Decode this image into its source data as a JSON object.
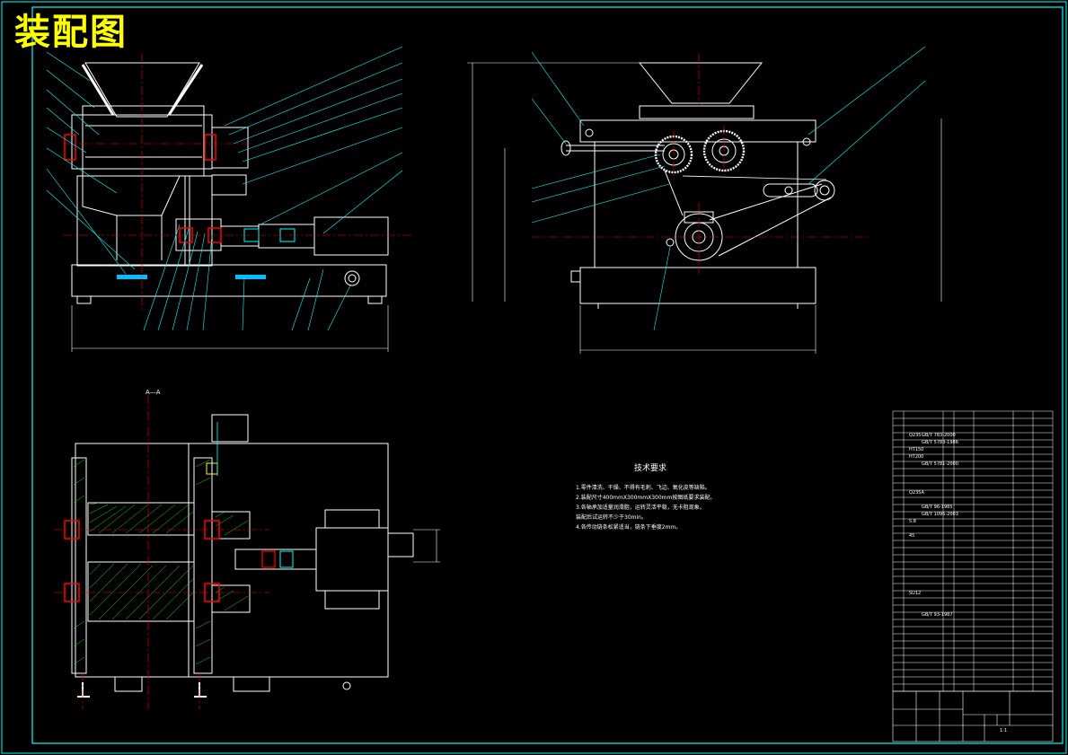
{
  "title": "装配图",
  "view_label_section": "A—A",
  "technical_requirements": {
    "heading": "技术要求",
    "items": [
      "1.零件清洗、干燥、不得有毛刺、飞边、氧化皮等缺陷。",
      "2.装配尺寸400mmX300mmX300mm按图纸要求装配。",
      "3.各轴承加适量润滑脂，运转灵活平稳，无卡阻现象。",
      "  装配后试运转不少于30min。",
      "4.各传动链条松紧适当，链条下垂度2mm。"
    ]
  },
  "materials": [
    "HT150",
    "HT200",
    "Q235",
    "45",
    "5.8",
    "Q235A",
    "SU12"
  ],
  "standards": [
    "GB/T 783-2000",
    "GB/T 5783-1986",
    "GB/T 5781-2000",
    "GB/T 96-1985",
    "GB/T 1096-2003",
    "GB/T 93-1987"
  ],
  "title_block": {
    "scale": "1:1"
  },
  "colors": {
    "outline": "#ffffff",
    "frame": "#00ffff",
    "center": "#ff0000",
    "hatch": "#00ff00",
    "title": "#ffff00",
    "accent": "#00bfff"
  }
}
